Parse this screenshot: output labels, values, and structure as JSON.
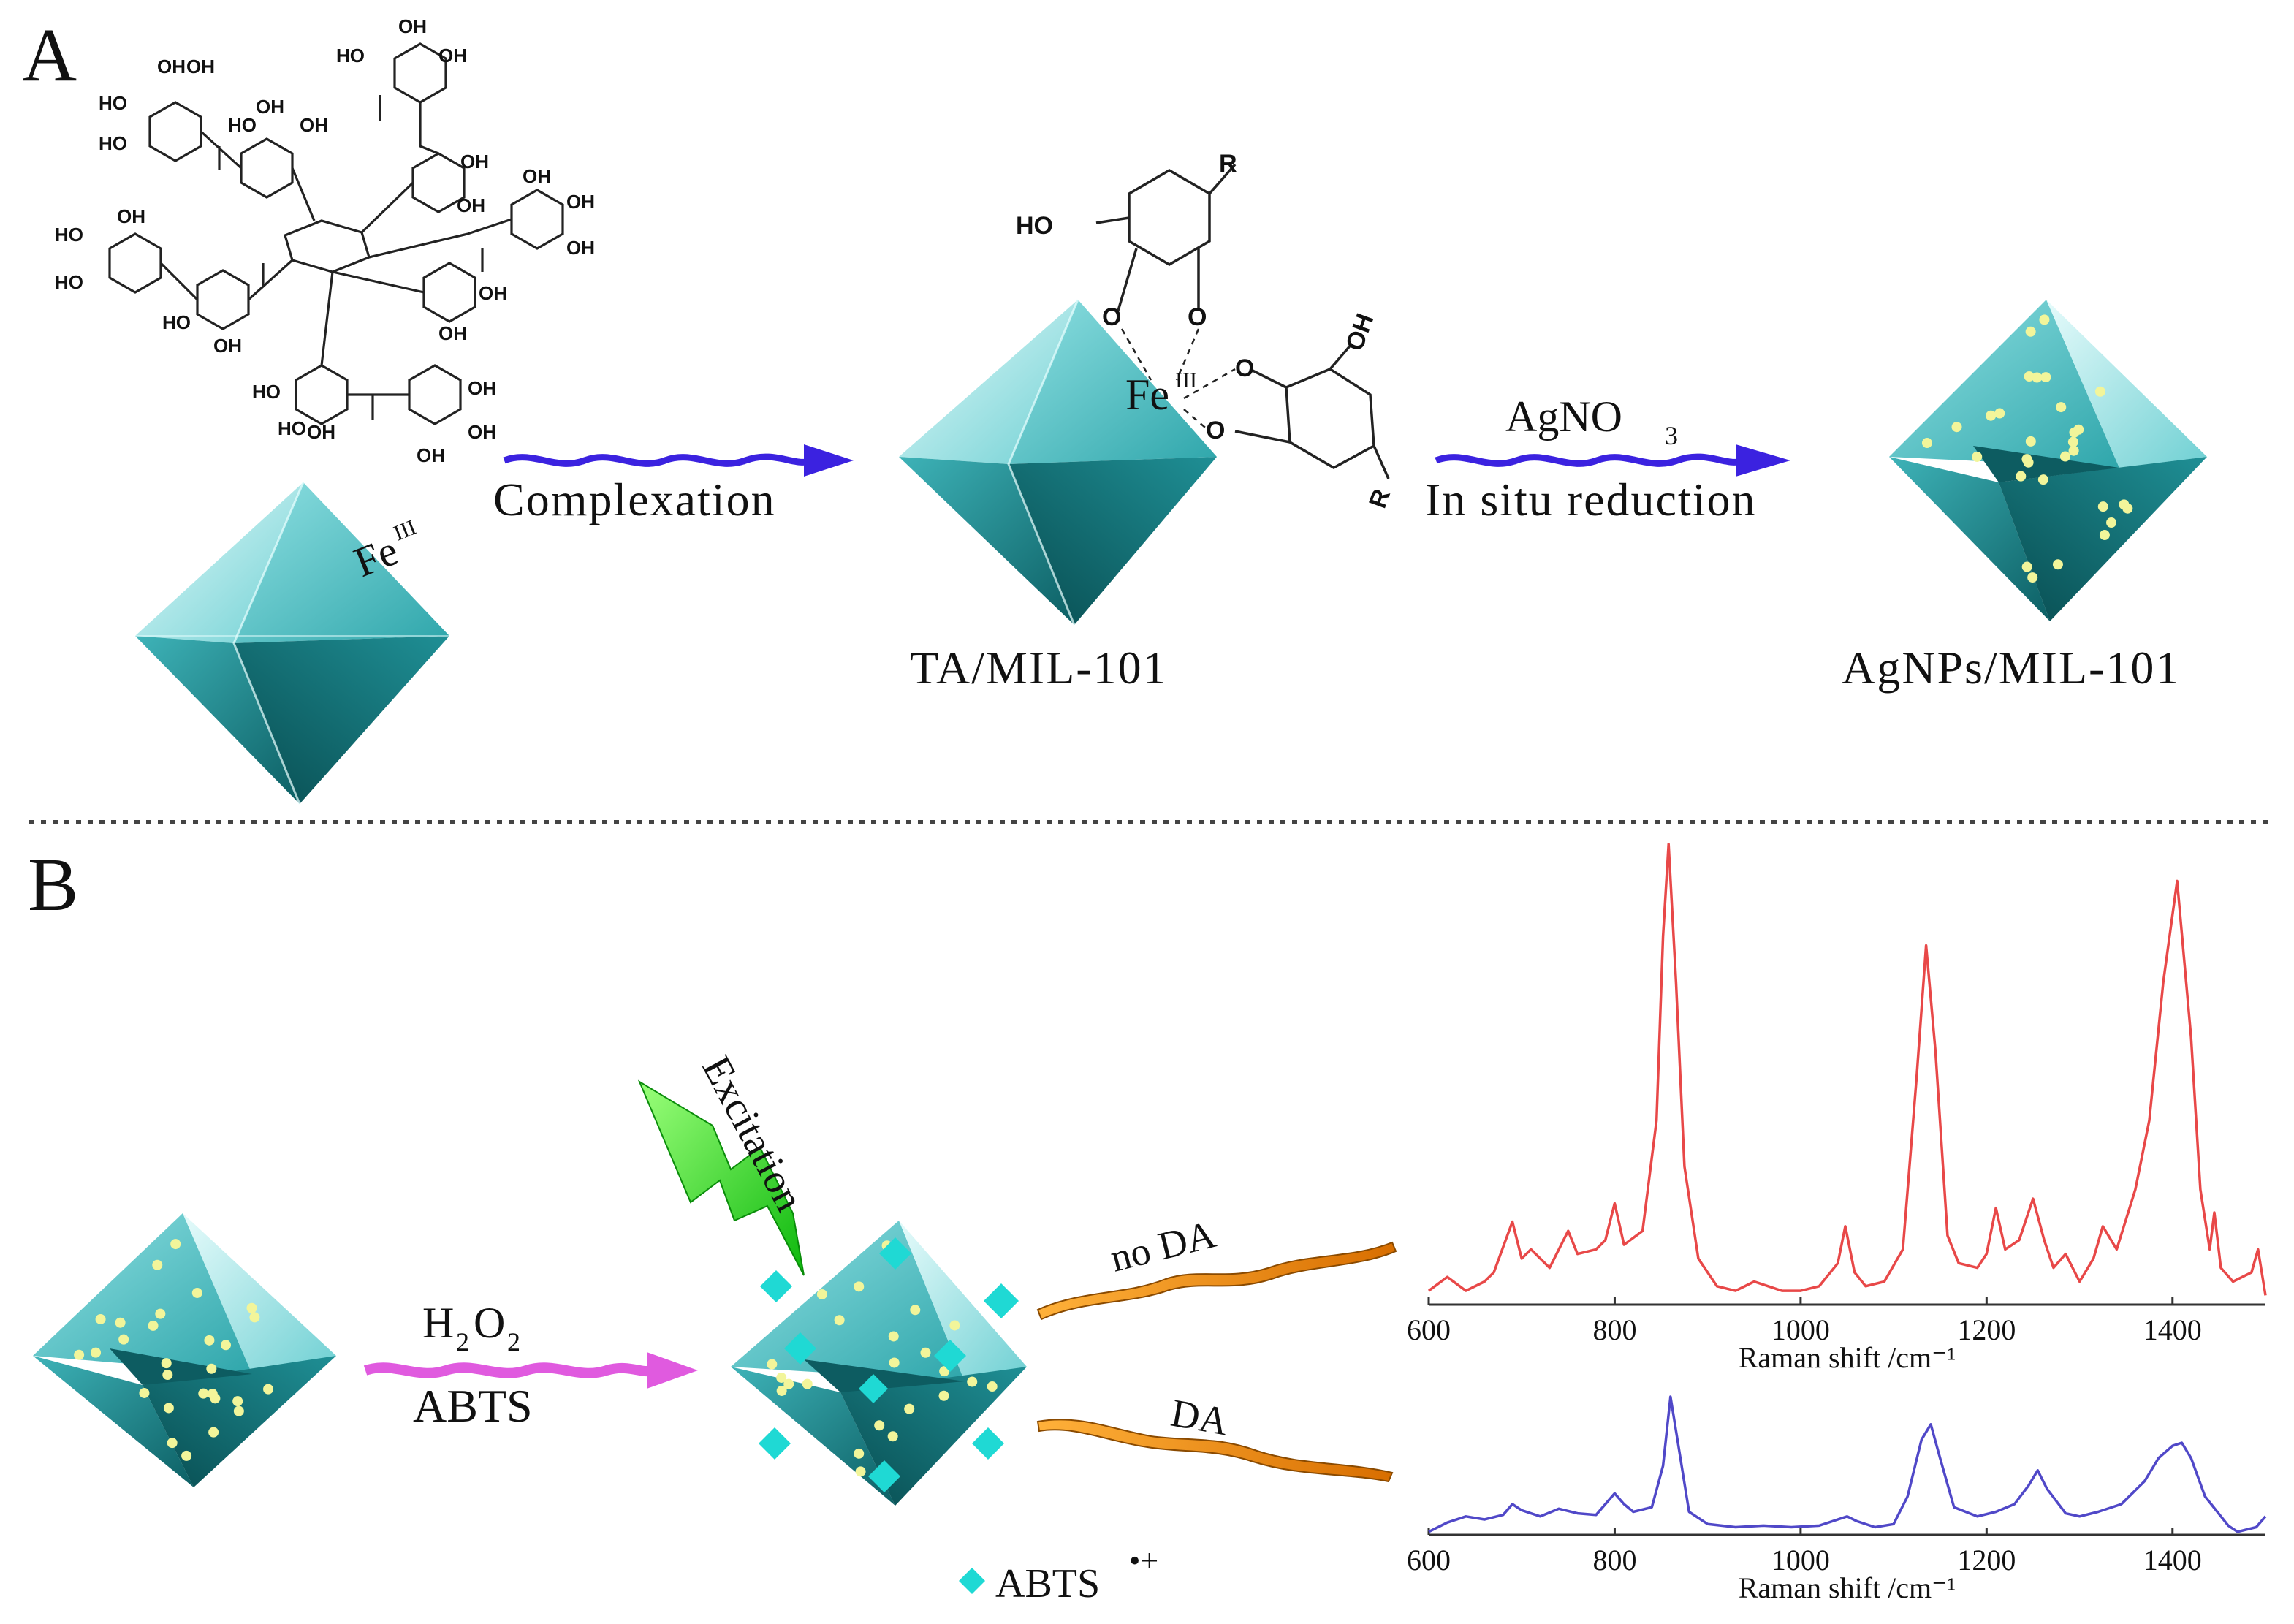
{
  "panels": {
    "a": {
      "letter": "A"
    },
    "b": {
      "letter": "B"
    }
  },
  "labels": {
    "fe": "Fe",
    "fe_ox": "III",
    "complexation": "Complexation",
    "ta_mil": "TA/MIL-101",
    "agno3_main": "AgNO",
    "agno3_sub": "3",
    "in_situ": "In situ reduction",
    "agnps_mil": "AgNPs/MIL-101",
    "h2o2_h": "H",
    "h2o2_2a": "2",
    "h2o2_o": "O",
    "h2o2_2b": "2",
    "abts": "ABTS",
    "excitation": "Excitation",
    "no_da": "no DA",
    "da": "DA",
    "abts_radical": "ABTS",
    "abts_radical_sup": "•+"
  },
  "chem": {
    "ho": "HO",
    "oh": "OH",
    "o": "O",
    "r": "R"
  },
  "colors": {
    "crystal_light": "#c9f1f2",
    "crystal_mid": "#5fc8cb",
    "crystal_dark": "#0f6f74",
    "arrow_blue": "#3b22e0",
    "arrow_magenta": "#e05adf",
    "bolt_green": "#22d822",
    "laser_orange": "#f08a0a",
    "spectrum_red": "#e84848",
    "spectrum_blue": "#5048c8",
    "dot_yellow": "#f2f59a",
    "radical_cyan": "#1fd9d4"
  },
  "chart_data": [
    {
      "type": "line",
      "title": "",
      "xlabel": "Raman shift /cm⁻¹",
      "ylabel": "",
      "xlim": [
        600,
        1500
      ],
      "x_ticks": [
        600,
        800,
        1000,
        1200,
        1400
      ],
      "series": [
        {
          "color": "#e84848",
          "x": [
            600,
            620,
            640,
            660,
            670,
            690,
            700,
            710,
            730,
            750,
            760,
            780,
            790,
            800,
            810,
            830,
            845,
            852,
            858,
            866,
            875,
            890,
            910,
            930,
            950,
            965,
            980,
            1000,
            1020,
            1040,
            1048,
            1058,
            1070,
            1090,
            1110,
            1125,
            1135,
            1145,
            1158,
            1170,
            1190,
            1200,
            1210,
            1220,
            1235,
            1250,
            1262,
            1272,
            1285,
            1300,
            1315,
            1325,
            1340,
            1360,
            1375,
            1390,
            1405,
            1420,
            1430,
            1440,
            1445,
            1452,
            1465,
            1485,
            1492,
            1500
          ],
          "y": [
            0.03,
            0.06,
            0.03,
            0.05,
            0.07,
            0.18,
            0.1,
            0.12,
            0.08,
            0.16,
            0.11,
            0.12,
            0.14,
            0.22,
            0.13,
            0.16,
            0.4,
            0.8,
            1.0,
            0.7,
            0.3,
            0.1,
            0.04,
            0.03,
            0.05,
            0.04,
            0.03,
            0.03,
            0.04,
            0.09,
            0.17,
            0.07,
            0.04,
            0.05,
            0.12,
            0.5,
            0.78,
            0.55,
            0.15,
            0.09,
            0.08,
            0.11,
            0.21,
            0.12,
            0.14,
            0.23,
            0.14,
            0.08,
            0.11,
            0.05,
            0.1,
            0.17,
            0.12,
            0.25,
            0.4,
            0.7,
            0.92,
            0.58,
            0.25,
            0.12,
            0.2,
            0.08,
            0.05,
            0.07,
            0.12,
            0.02
          ]
        }
      ]
    },
    {
      "type": "line",
      "title": "",
      "xlabel": "Raman shift /cm⁻¹",
      "ylabel": "",
      "xlim": [
        600,
        1500
      ],
      "x_ticks": [
        600,
        800,
        1000,
        1200,
        1400
      ],
      "series": [
        {
          "color": "#5048c8",
          "x": [
            600,
            620,
            640,
            660,
            680,
            690,
            700,
            720,
            740,
            760,
            780,
            800,
            810,
            820,
            840,
            852,
            860,
            868,
            880,
            900,
            930,
            960,
            990,
            1020,
            1050,
            1060,
            1080,
            1100,
            1115,
            1130,
            1140,
            1150,
            1165,
            1190,
            1210,
            1230,
            1245,
            1255,
            1265,
            1285,
            1300,
            1320,
            1345,
            1370,
            1385,
            1400,
            1410,
            1420,
            1435,
            1460,
            1470,
            1490,
            1500
          ],
          "y": [
            0.02,
            0.08,
            0.12,
            0.1,
            0.13,
            0.2,
            0.16,
            0.12,
            0.17,
            0.14,
            0.13,
            0.27,
            0.2,
            0.15,
            0.18,
            0.45,
            0.9,
            0.6,
            0.15,
            0.07,
            0.05,
            0.06,
            0.05,
            0.06,
            0.12,
            0.09,
            0.05,
            0.07,
            0.25,
            0.62,
            0.72,
            0.5,
            0.18,
            0.12,
            0.15,
            0.2,
            0.32,
            0.42,
            0.3,
            0.14,
            0.12,
            0.15,
            0.2,
            0.35,
            0.5,
            0.58,
            0.6,
            0.5,
            0.25,
            0.06,
            0.02,
            0.05,
            0.12
          ]
        }
      ]
    }
  ]
}
